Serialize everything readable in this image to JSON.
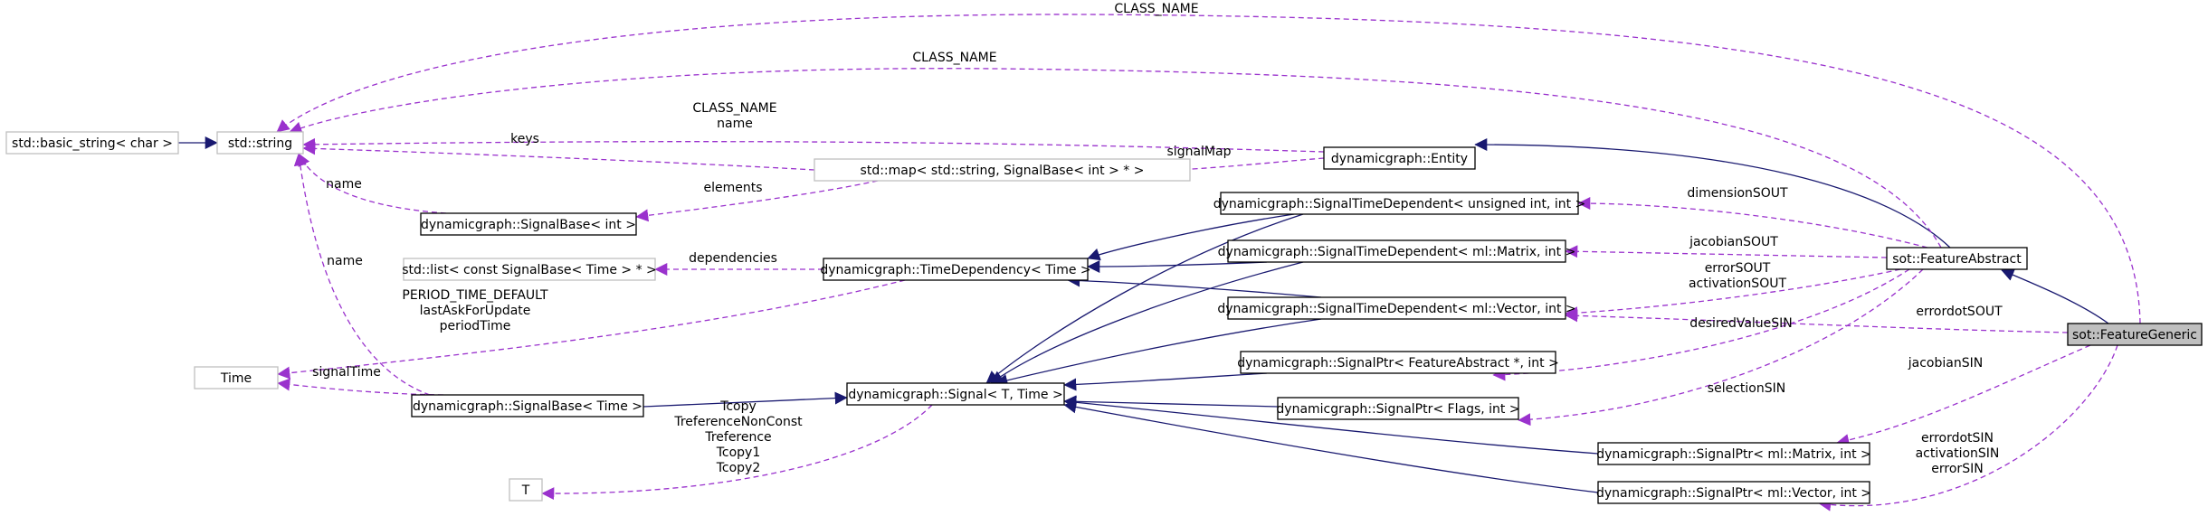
{
  "colors": {
    "inheritance": "#191970",
    "usage": "#9a32cd",
    "boxBorder": "#000000",
    "externalBorder": "#bfbfbf",
    "highlightFill": "#bfbfbf"
  },
  "nodes": {
    "basic_string": {
      "label": "std::basic_string< char >",
      "kind": "external"
    },
    "string": {
      "label": "std::string",
      "kind": "external"
    },
    "entity": {
      "label": "dynamicgraph::Entity",
      "kind": "class"
    },
    "map": {
      "label": "std::map< std::string, SignalBase< int > * >",
      "kind": "external"
    },
    "signalbase_int": {
      "label": "dynamicgraph::SignalBase< int >",
      "kind": "class"
    },
    "std_list": {
      "label": "std::list< const SignalBase< Time > * >",
      "kind": "external"
    },
    "time_dependency": {
      "label": "dynamicgraph::TimeDependency< Time >",
      "kind": "class"
    },
    "std_time": {
      "label": "Time",
      "kind": "external"
    },
    "signalbase_time": {
      "label": "dynamicgraph::SignalBase< Time >",
      "kind": "class"
    },
    "signal": {
      "label": "dynamicgraph::Signal< T, Time >",
      "kind": "class"
    },
    "std_T": {
      "label": "T",
      "kind": "external"
    },
    "std_dep_unsigned": {
      "label": "dynamicgraph::SignalTimeDependent< unsigned int, int >",
      "kind": "class"
    },
    "std_dep_matrix": {
      "label": "dynamicgraph::SignalTimeDependent< ml::Matrix, int >",
      "kind": "class"
    },
    "std_dep_vector": {
      "label": "dynamicgraph::SignalTimeDependent< ml::Vector, int >",
      "kind": "class"
    },
    "ptr_feature": {
      "label": "dynamicgraph::SignalPtr< FeatureAbstract *, int >",
      "kind": "class"
    },
    "ptr_flags": {
      "label": "dynamicgraph::SignalPtr< Flags, int >",
      "kind": "class"
    },
    "ptr_matrix": {
      "label": "dynamicgraph::SignalPtr< ml::Matrix, int >",
      "kind": "class"
    },
    "ptr_vector": {
      "label": "dynamicgraph::SignalPtr< ml::Vector, int >",
      "kind": "class"
    },
    "feature_abstract": {
      "label": "sot::FeatureAbstract",
      "kind": "class"
    },
    "feature_generic": {
      "label": "sot::FeatureGeneric",
      "kind": "highlight"
    }
  },
  "edges": [
    {
      "from": "basic_string",
      "to": "string",
      "type": "inheritance"
    },
    {
      "from": "entity",
      "to": "feature_abstract",
      "type": "inheritance"
    },
    {
      "from": "feature_abstract",
      "to": "feature_generic",
      "type": "inheritance"
    },
    {
      "from": "time_dependency",
      "to": "std_dep_unsigned",
      "type": "inheritance"
    },
    {
      "from": "time_dependency",
      "to": "std_dep_matrix",
      "type": "inheritance"
    },
    {
      "from": "time_dependency",
      "to": "std_dep_vector",
      "type": "inheritance"
    },
    {
      "from": "signalbase_time",
      "to": "signal",
      "type": "inheritance"
    },
    {
      "from": "signal",
      "to": "std_dep_unsigned",
      "type": "inheritance"
    },
    {
      "from": "signal",
      "to": "std_dep_matrix",
      "type": "inheritance"
    },
    {
      "from": "signal",
      "to": "std_dep_vector",
      "type": "inheritance"
    },
    {
      "from": "signal",
      "to": "ptr_feature",
      "type": "inheritance"
    },
    {
      "from": "signal",
      "to": "ptr_flags",
      "type": "inheritance"
    },
    {
      "from": "signal",
      "to": "ptr_matrix",
      "type": "inheritance"
    },
    {
      "from": "signal",
      "to": "ptr_vector",
      "type": "inheritance"
    },
    {
      "from": "feature_generic",
      "to": "string",
      "type": "usage",
      "label": "CLASS_NAME"
    },
    {
      "from": "feature_abstract",
      "to": "string",
      "type": "usage",
      "label": "CLASS_NAME"
    },
    {
      "from": "entity",
      "to": "string",
      "type": "usage",
      "label": "CLASS_NAME\nname"
    },
    {
      "from": "map",
      "to": "string",
      "type": "usage",
      "label": "keys"
    },
    {
      "from": "signalbase_int",
      "to": "string",
      "type": "usage",
      "label": "name"
    },
    {
      "from": "signalbase_time",
      "to": "string",
      "type": "usage",
      "label": "name"
    },
    {
      "from": "entity",
      "to": "map",
      "type": "usage",
      "label": "signalMap"
    },
    {
      "from": "map",
      "to": "signalbase_int",
      "type": "usage",
      "label": "elements"
    },
    {
      "from": "time_dependency",
      "to": "std_list",
      "type": "usage",
      "label": "dependencies"
    },
    {
      "from": "time_dependency",
      "to": "std_time",
      "type": "usage",
      "label": "PERIOD_TIME_DEFAULT\nlastAskForUpdate\nperiodTime"
    },
    {
      "from": "signalbase_time",
      "to": "std_time",
      "type": "usage",
      "label": "signalTime"
    },
    {
      "from": "signal",
      "to": "std_T",
      "type": "usage",
      "label": "Tcopy\nTreferenceNonConst\nTreference\nTcopy1\nTcopy2"
    },
    {
      "from": "feature_abstract",
      "to": "std_dep_unsigned",
      "type": "usage",
      "label": "dimensionSOUT"
    },
    {
      "from": "feature_abstract",
      "to": "std_dep_matrix",
      "type": "usage",
      "label": "jacobianSOUT"
    },
    {
      "from": "feature_abstract",
      "to": "std_dep_vector",
      "type": "usage",
      "label": "errorSOUT\nactivationSOUT"
    },
    {
      "from": "feature_generic",
      "to": "std_dep_vector",
      "type": "usage",
      "label": "errordotSOUT"
    },
    {
      "from": "feature_abstract",
      "to": "ptr_feature",
      "type": "usage",
      "label": "desiredValueSIN"
    },
    {
      "from": "feature_abstract",
      "to": "ptr_flags",
      "type": "usage",
      "label": "selectionSIN"
    },
    {
      "from": "feature_generic",
      "to": "ptr_matrix",
      "type": "usage",
      "label": "jacobianSIN"
    },
    {
      "from": "feature_generic",
      "to": "ptr_vector",
      "type": "usage",
      "label": "errordotSIN\nactivationSIN\nerrorSIN"
    }
  ]
}
